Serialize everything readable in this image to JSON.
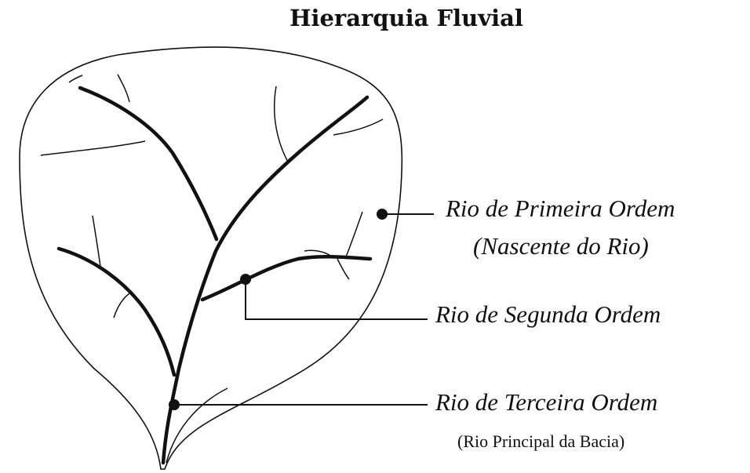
{
  "title": "Hierarquia Fluvial",
  "labels": {
    "first_order": "Rio de Primeira Ordem",
    "first_order_note": "(Nascente do Rio)",
    "second_order": "Rio de Segunda Ordem",
    "third_order": "Rio de Terceira Ordem",
    "third_order_note": "(Rio Principal da Bacia)"
  },
  "colors": {
    "line": "#111111",
    "background": "#ffffff"
  }
}
